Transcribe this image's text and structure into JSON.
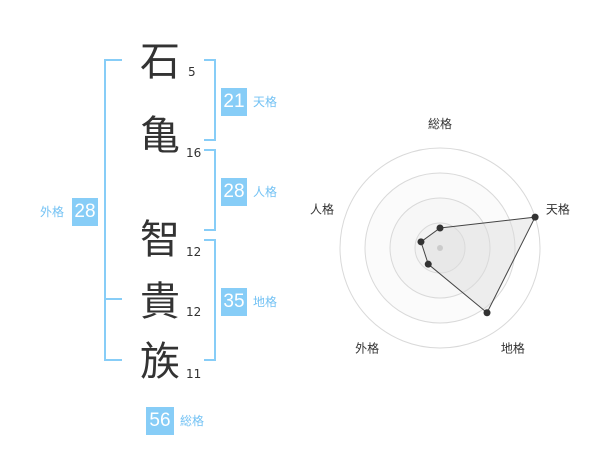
{
  "name": {
    "chars": [
      {
        "char": "石",
        "strokes": "5"
      },
      {
        "char": "亀",
        "strokes": "16"
      },
      {
        "char": "智",
        "strokes": "12"
      },
      {
        "char": "貴",
        "strokes": "12"
      },
      {
        "char": "族",
        "strokes": "11"
      }
    ]
  },
  "fortunes": {
    "tenkaku": {
      "value": "21",
      "label": "天格"
    },
    "jinkaku": {
      "value": "28",
      "label": "人格"
    },
    "chikaku": {
      "value": "35",
      "label": "地格"
    },
    "gaikaku": {
      "value": "28",
      "label": "外格"
    },
    "soukaku": {
      "value": "56",
      "label": "総格"
    }
  },
  "colors": {
    "accent": "#87cdf7",
    "accent_text": "#73c2f4",
    "text": "#333333"
  },
  "chart_data": {
    "type": "radar",
    "axes": [
      "総格",
      "天格",
      "地格",
      "外格",
      "人格"
    ],
    "values": [
      1,
      5,
      4,
      1,
      1
    ],
    "range": [
      0,
      5
    ],
    "rings": 4
  }
}
